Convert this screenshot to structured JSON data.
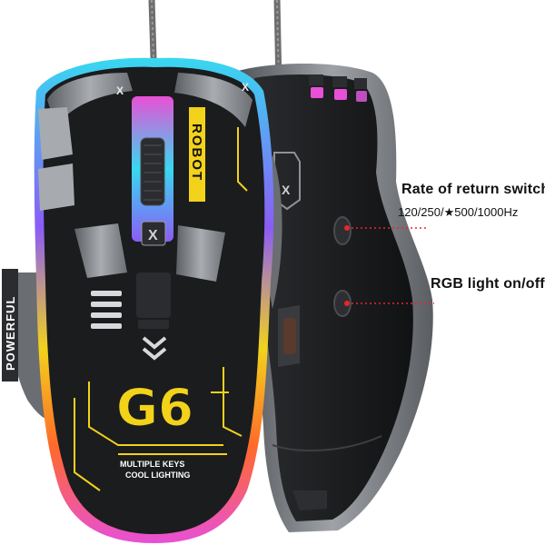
{
  "callouts": {
    "rate_switch": {
      "title": "Rate of return switch",
      "options": "120/250/★500/1000Hz"
    },
    "rgb_switch": {
      "title": "RGB light on/off"
    }
  },
  "mouse_front": {
    "top_badge": "ROBOT",
    "side_badge": "POWERFUL",
    "model": "G6",
    "tagline_line1": "MULTIPLE KEYS",
    "tagline_line2": "COOL LIGHTING"
  },
  "colors": {
    "body_dark": "#1b1c1e",
    "shell_grey": "#8e9196",
    "accent_yellow": "#f2d21b",
    "rgb_pink": "#e850d6",
    "rgb_cyan": "#38d8f0",
    "indicator_red": "#e8262c"
  }
}
